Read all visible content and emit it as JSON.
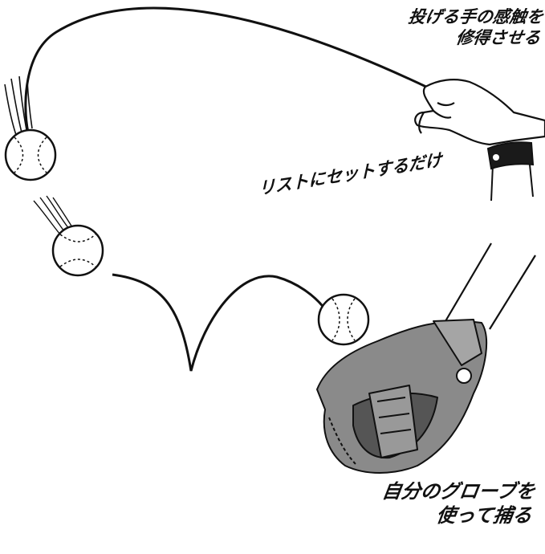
{
  "captions": {
    "throw": {
      "line1": "投げる手の感触を",
      "line2": "修得させる"
    },
    "wrist": {
      "line1": "リストにセットするだけ"
    },
    "catch": {
      "line1": "自分のグローブを",
      "line2": "使って捕る"
    }
  },
  "colors": {
    "ink": "#111111",
    "glove": "#8a8a8a",
    "glove_dark": "#555555",
    "wristband": "#1a1a1a",
    "ball": "#ffffff"
  },
  "icons": [
    "baseball-icon",
    "hand-icon",
    "wristband-icon",
    "glove-icon"
  ]
}
